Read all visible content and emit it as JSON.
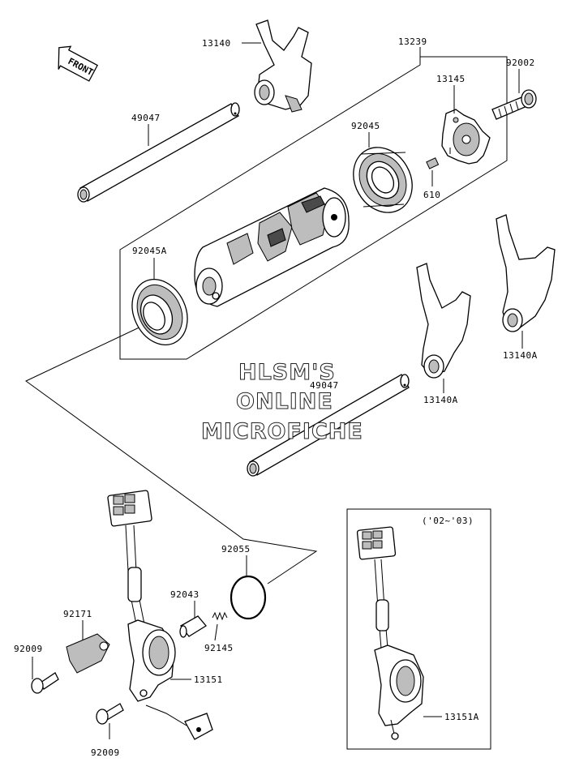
{
  "labels": {
    "p13140": "13140",
    "p13239": "13239",
    "p92002": "92002",
    "p13145": "13145",
    "p49047_top": "49047",
    "p92045": "92045",
    "p610": "610",
    "p92045A": "92045A",
    "p13140A_right": "13140A",
    "p13140A_mid": "13140A",
    "p49047_mid": "49047",
    "p92055": "92055",
    "p92043": "92043",
    "p92171": "92171",
    "p92145": "92145",
    "p92009_left": "92009",
    "p13151": "13151",
    "p92009_bottom": "92009",
    "p13151A": "13151A",
    "year_range": "('02~'03)"
  },
  "front_arrow": {
    "text": "FRONT"
  },
  "watermark": {
    "line1": "HLSM'S",
    "line2": "ONLINE",
    "line3": "MICROFICHE"
  }
}
